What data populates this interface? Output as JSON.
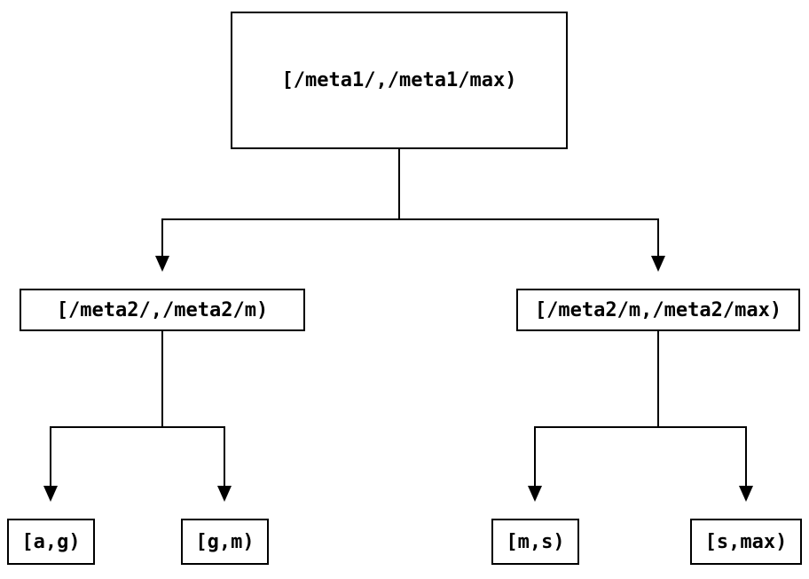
{
  "diagram": {
    "type": "tree",
    "description": "Hierarchical key-range partition tree diagram",
    "colors": {
      "stroke": "#000000",
      "background": "#ffffff",
      "node_fill": "#ffffff"
    },
    "nodes": {
      "root": {
        "label": "[/meta1/,/meta1/max)"
      },
      "left": {
        "label": "[/meta2/,/meta2/m)"
      },
      "right": {
        "label": "[/meta2/m,/meta2/max)"
      },
      "leaf1": {
        "label": "[a,g)"
      },
      "leaf2": {
        "label": "[g,m)"
      },
      "leaf3": {
        "label": "[m,s)"
      },
      "leaf4": {
        "label": "[s,max)"
      }
    },
    "edges": [
      {
        "from": "root",
        "to": "left"
      },
      {
        "from": "root",
        "to": "right"
      },
      {
        "from": "left",
        "to": "leaf1"
      },
      {
        "from": "left",
        "to": "leaf2"
      },
      {
        "from": "right",
        "to": "leaf3"
      },
      {
        "from": "right",
        "to": "leaf4"
      }
    ]
  }
}
